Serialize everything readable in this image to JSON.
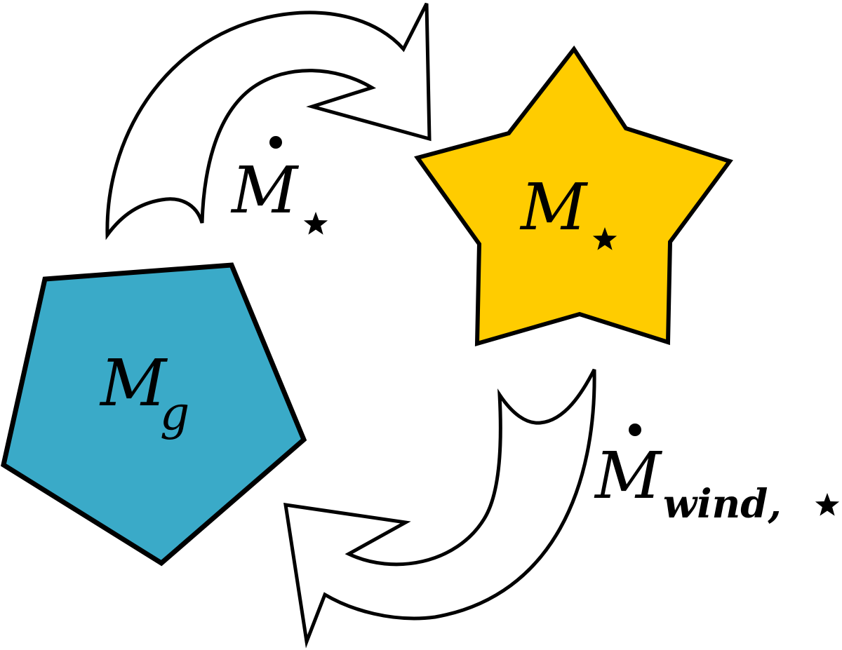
{
  "colors": {
    "gas_fill": "#3aaac8",
    "star_fill": "#ffcc00",
    "stroke": "#000000",
    "arrow_fill": "#ffffff"
  },
  "nodes": {
    "gas": {
      "symbol": "M",
      "subscript": "g"
    },
    "stars": {
      "symbol": "M",
      "subscript_icon": "star-icon"
    }
  },
  "flows": {
    "star_formation": {
      "symbol": "M",
      "dot": true,
      "subscript_icon": "star-icon"
    },
    "stellar_wind": {
      "symbol": "M",
      "dot": true,
      "subscript": "wind,",
      "subscript_icon": "star-icon"
    }
  },
  "icons": [
    "star-icon"
  ]
}
